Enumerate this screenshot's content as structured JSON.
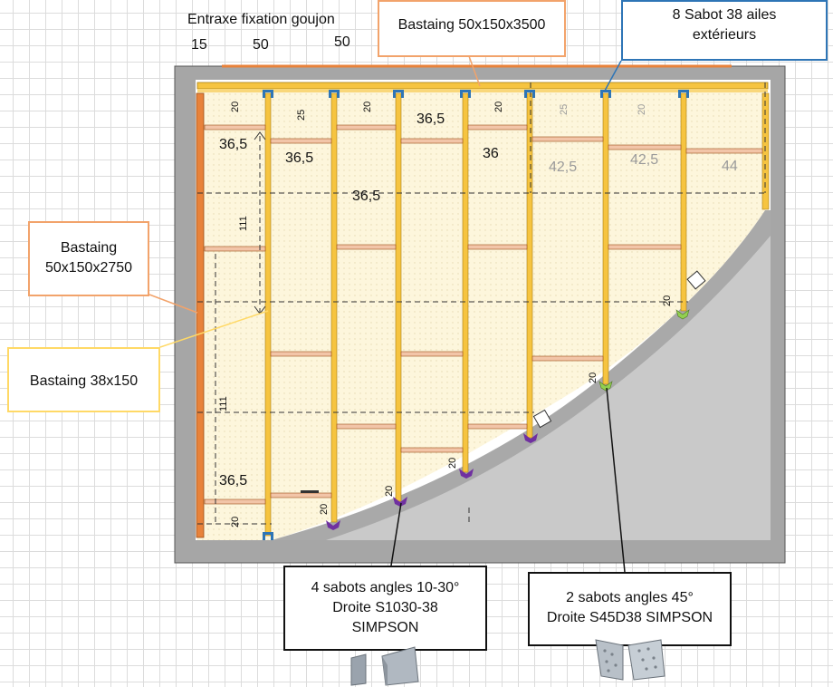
{
  "header": {
    "title": "Entraxe fixation goujon",
    "values": [
      "15",
      "50",
      "50"
    ]
  },
  "callouts": {
    "top_mid": "Bastaing 50x150x3500",
    "top_right_line1": "8 Sabot 38 ailes",
    "top_right_line2": "extérieurs",
    "left_orange_line1": "Bastaing",
    "left_orange_line2": "50x150x2750",
    "left_yellow": "Bastaing 38x150",
    "bot_mid_line1": "4 sabots angles 10-30°",
    "bot_mid_line2": "Droite S1030-38",
    "bot_mid_line3": "SIMPSON",
    "bot_right_line1": "2 sabots angles 45°",
    "bot_right_line2": "Droite S45D38  SIMPSON"
  },
  "dimensions": {
    "bay1_top": "36,5",
    "bay2_top": "36,5",
    "bay3_top": "36,5",
    "bay4_top": "36",
    "bay5_top": "42,5",
    "bay6_top": "42,5",
    "bay7_top": "44",
    "span_middle": "36,5",
    "bay1_bottom": "36,5",
    "vertical_1": "111",
    "vertical_2": "111",
    "small_20": "20",
    "small_25": "25"
  },
  "colors": {
    "wall": "#b8b8b8",
    "floor": "#fdf6dc",
    "joist": "#f6c440",
    "beam_orange": "#e8823a",
    "blue_hanger": "#2e75b6",
    "purple_hanger": "#7030a0",
    "green_hanger": "#92d050"
  }
}
